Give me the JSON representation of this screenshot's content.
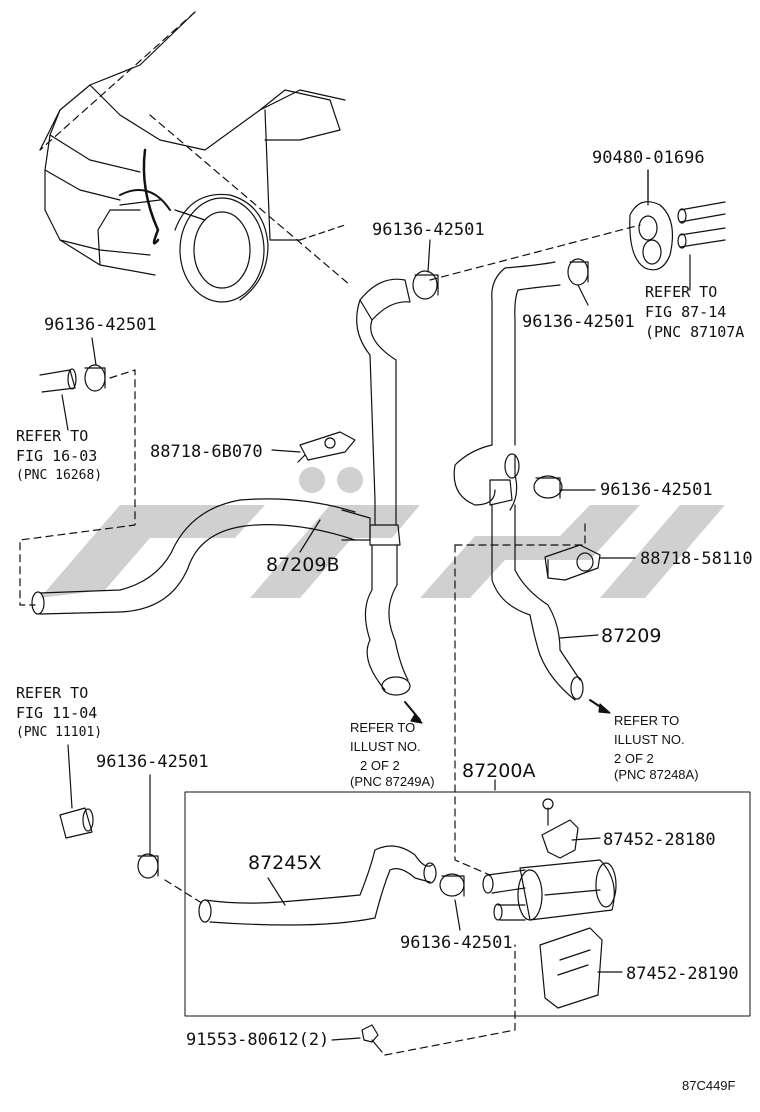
{
  "labels": {
    "grommet": "90480-01696",
    "clamp_top_left": "96136-42501",
    "clamp_top_right": "96136-42501",
    "refer_87_14": [
      "REFER TO",
      "FIG 87-14",
      "(PNC 87107A"
    ],
    "clamp_left": "96136-42501",
    "refer_16_03": [
      "REFER TO",
      "FIG 16-03",
      "(PNC 16268)"
    ],
    "clamp_holder_left": "88718-6B070",
    "clamp_mid_right": "96136-42501",
    "clamp_holder_right": "88718-58110",
    "hose_left": "87209B",
    "hose_right": "87209",
    "refer_11_04": [
      "REFER TO",
      "FIG 11-04",
      "(PNC 11101)"
    ],
    "clamp_lower_left": "96136-42501",
    "illust_left": [
      "REFER TO",
      "ILLUST NO.",
      "2 OF 2",
      "(PNC 87249A)"
    ],
    "assembly": "87200A",
    "illust_right": [
      "REFER TO",
      "ILLUST NO.",
      "2 OF 2",
      "(PNC 87248A)"
    ],
    "bracket_upper": "87452-28180",
    "hose_lower": "87245X",
    "clamp_lower_mid": "96136-42501",
    "bracket_lower": "87452-28190",
    "bolt": "91553-80612(2)",
    "figure_code": "87C449F"
  },
  "colors": {
    "line": "#111111",
    "watermark": "#c8c8c8",
    "background": "#ffffff"
  }
}
